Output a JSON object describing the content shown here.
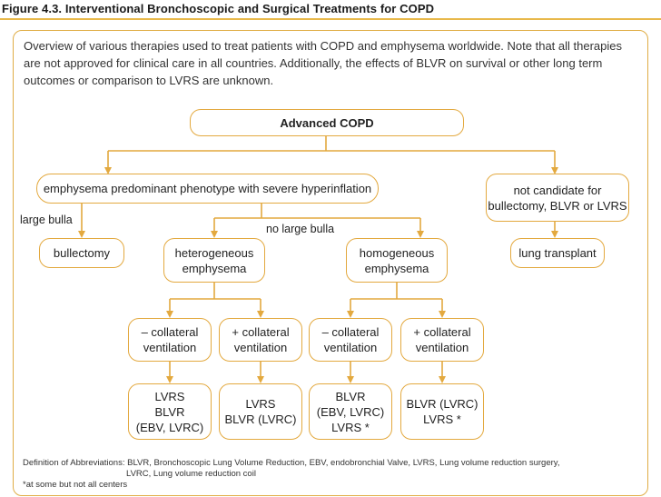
{
  "figure_title": "Figure 4.3. Interventional Bronchoscopic and Surgical Treatments for COPD",
  "intro_text": "Overview of various therapies used to treat patients with COPD and emphysema worldwide. Note that all therapies are not approved for clinical care in all countries.  Additionally, the effects of BLVR on survival or other long term outcomes or comparison to LVRS are unknown.",
  "nodes": {
    "root": "Advanced COPD",
    "emphysema": "emphysema predominant phenotype with severe hyperinflation",
    "not_candidate": "not candidate for\nbullectomy, BLVR or LVRS",
    "bullectomy": "bullectomy",
    "heterogeneous": "heterogeneous\nemphysema",
    "homogeneous": "homogeneous\nemphysema",
    "lung_transplant": "lung transplant",
    "het_minus": "– collateral\nventilation",
    "het_plus": "+ collateral\nventilation",
    "hom_minus": "– collateral\nventilation",
    "hom_plus": "+ collateral\nventilation",
    "tx1": "LVRS\nBLVR\n(EBV, LVRC)",
    "tx2": "LVRS\nBLVR (LVRC)",
    "tx3": "BLVR\n(EBV, LVRC)\nLVRS *",
    "tx4": "BLVR (LVRC)\nLVRS *"
  },
  "labels": {
    "large_bulla": "large bulla",
    "no_large_bulla": "no large bulla"
  },
  "footnotes": {
    "definitions_line1": "Definition of Abbreviations: BLVR, Bronchoscopic Lung Volume Reduction, EBV, endobronchial Valve, LVRS, Lung volume reduction surgery,",
    "definitions_line2": "LVRC, Lung volume reduction coil",
    "centers_note": "*at some but not all centers"
  },
  "colors": {
    "accent": "#e3a93f",
    "rule": "#e8b84a"
  }
}
